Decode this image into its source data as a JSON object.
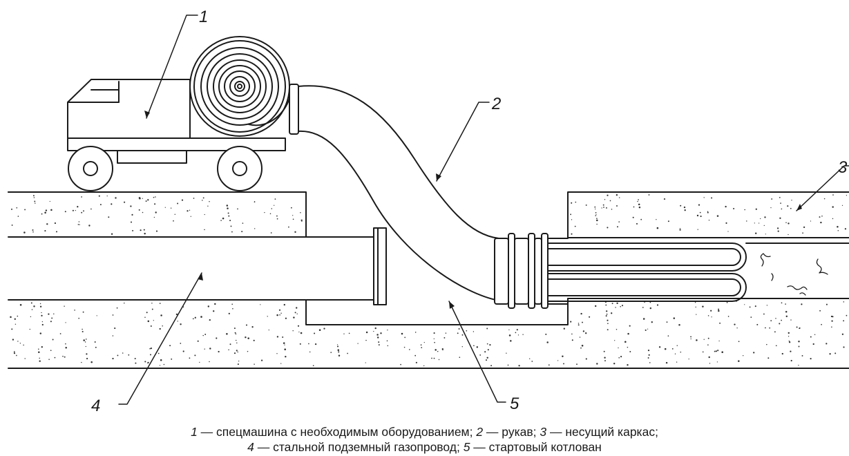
{
  "callouts": {
    "c1": "1",
    "c2": "2",
    "c3": "3",
    "c4": "4",
    "c5": "5"
  },
  "legend": [
    {
      "num": "1",
      "text": " — спецмашина с необходимым оборудованием; "
    },
    {
      "num": "2",
      "text": " — рукав; "
    },
    {
      "num": "3",
      "text": " — несущий каркас;"
    },
    {
      "num": "4",
      "text": " — стальной подземный газопровод; "
    },
    {
      "num": "5",
      "text": " — стартовый котлован"
    }
  ],
  "colors": {
    "line": "#1a1a1a",
    "background": "#ffffff",
    "soil_dots": "#333333"
  }
}
